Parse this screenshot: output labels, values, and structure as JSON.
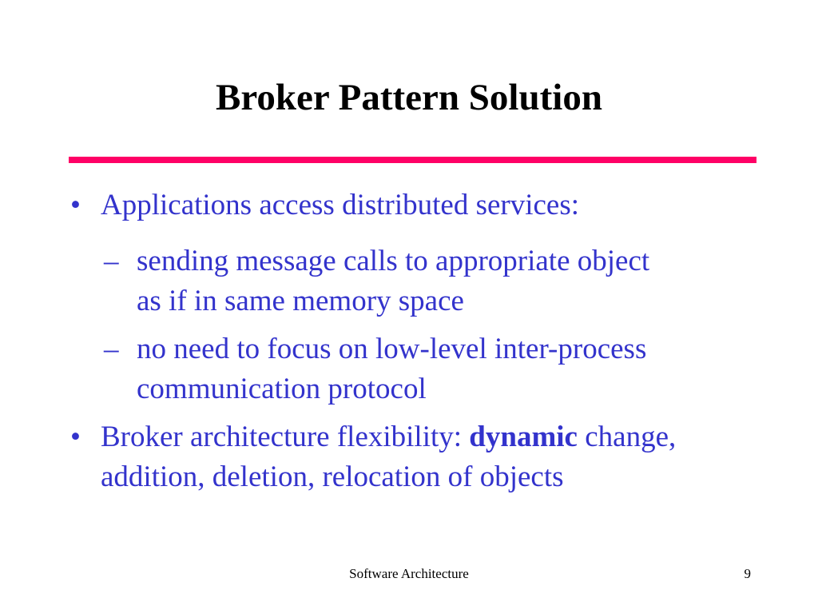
{
  "slide": {
    "title": "Broker Pattern Solution",
    "accent_color": "#ff0066",
    "text_color": "#3333cc",
    "bullet_char": "•",
    "dash_char": "–",
    "bullets": [
      {
        "text": "Applications access distributed services:",
        "subitems": [
          {
            "text": "sending message calls to appropriate object as if in same memory space"
          },
          {
            "text": "no need to focus on low-level inter-process communication protocol"
          }
        ]
      },
      {
        "text_before": "Broker architecture flexibility: ",
        "text_bold": "dynamic",
        "text_after": " change, addition, deletion, relocation of objects"
      }
    ]
  },
  "footer": {
    "center": "Software Architecture",
    "page_number": "9"
  }
}
